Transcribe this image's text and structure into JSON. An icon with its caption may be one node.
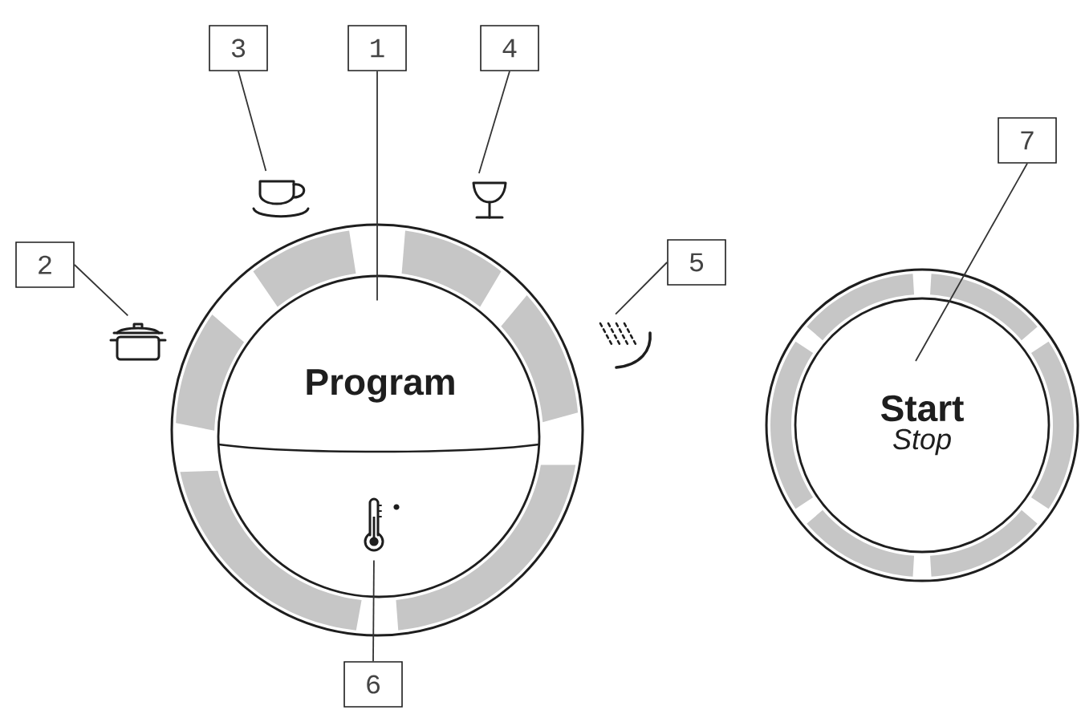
{
  "diagram": {
    "nodes": [
      {
        "text": [
          "1"
        ]
      },
      {
        "text": [
          "2"
        ]
      },
      {
        "text": [
          "3"
        ]
      },
      {
        "text": [
          "4"
        ]
      },
      {
        "text": [
          "5"
        ]
      },
      {
        "text": [
          "6"
        ]
      },
      {
        "text": [
          "7"
        ]
      },
      {
        "text": [
          "Program"
        ]
      },
      {
        "text": [],
        "shape": "picture"
      },
      {
        "text": [],
        "shape": "picture"
      },
      {
        "text": [],
        "shape": "picture"
      },
      {
        "text": [],
        "shape": "picture"
      },
      {
        "text": [],
        "shape": "picture",
        "in": 7
      },
      {
        "text": [
          "Start",
          "Stop"
        ]
      }
    ],
    "edges": [
      {
        "from": 0,
        "to": 7,
        "arrow": "none"
      },
      {
        "from": 1,
        "to": 8,
        "arrow": "none"
      },
      {
        "from": 2,
        "to": 9,
        "arrow": "none"
      },
      {
        "from": 3,
        "to": 10,
        "arrow": "none"
      },
      {
        "from": 4,
        "to": 11,
        "arrow": "none"
      },
      {
        "from": 5,
        "to": 12,
        "arrow": "none"
      },
      {
        "from": 6,
        "to": 13,
        "arrow": "none"
      }
    ]
  }
}
